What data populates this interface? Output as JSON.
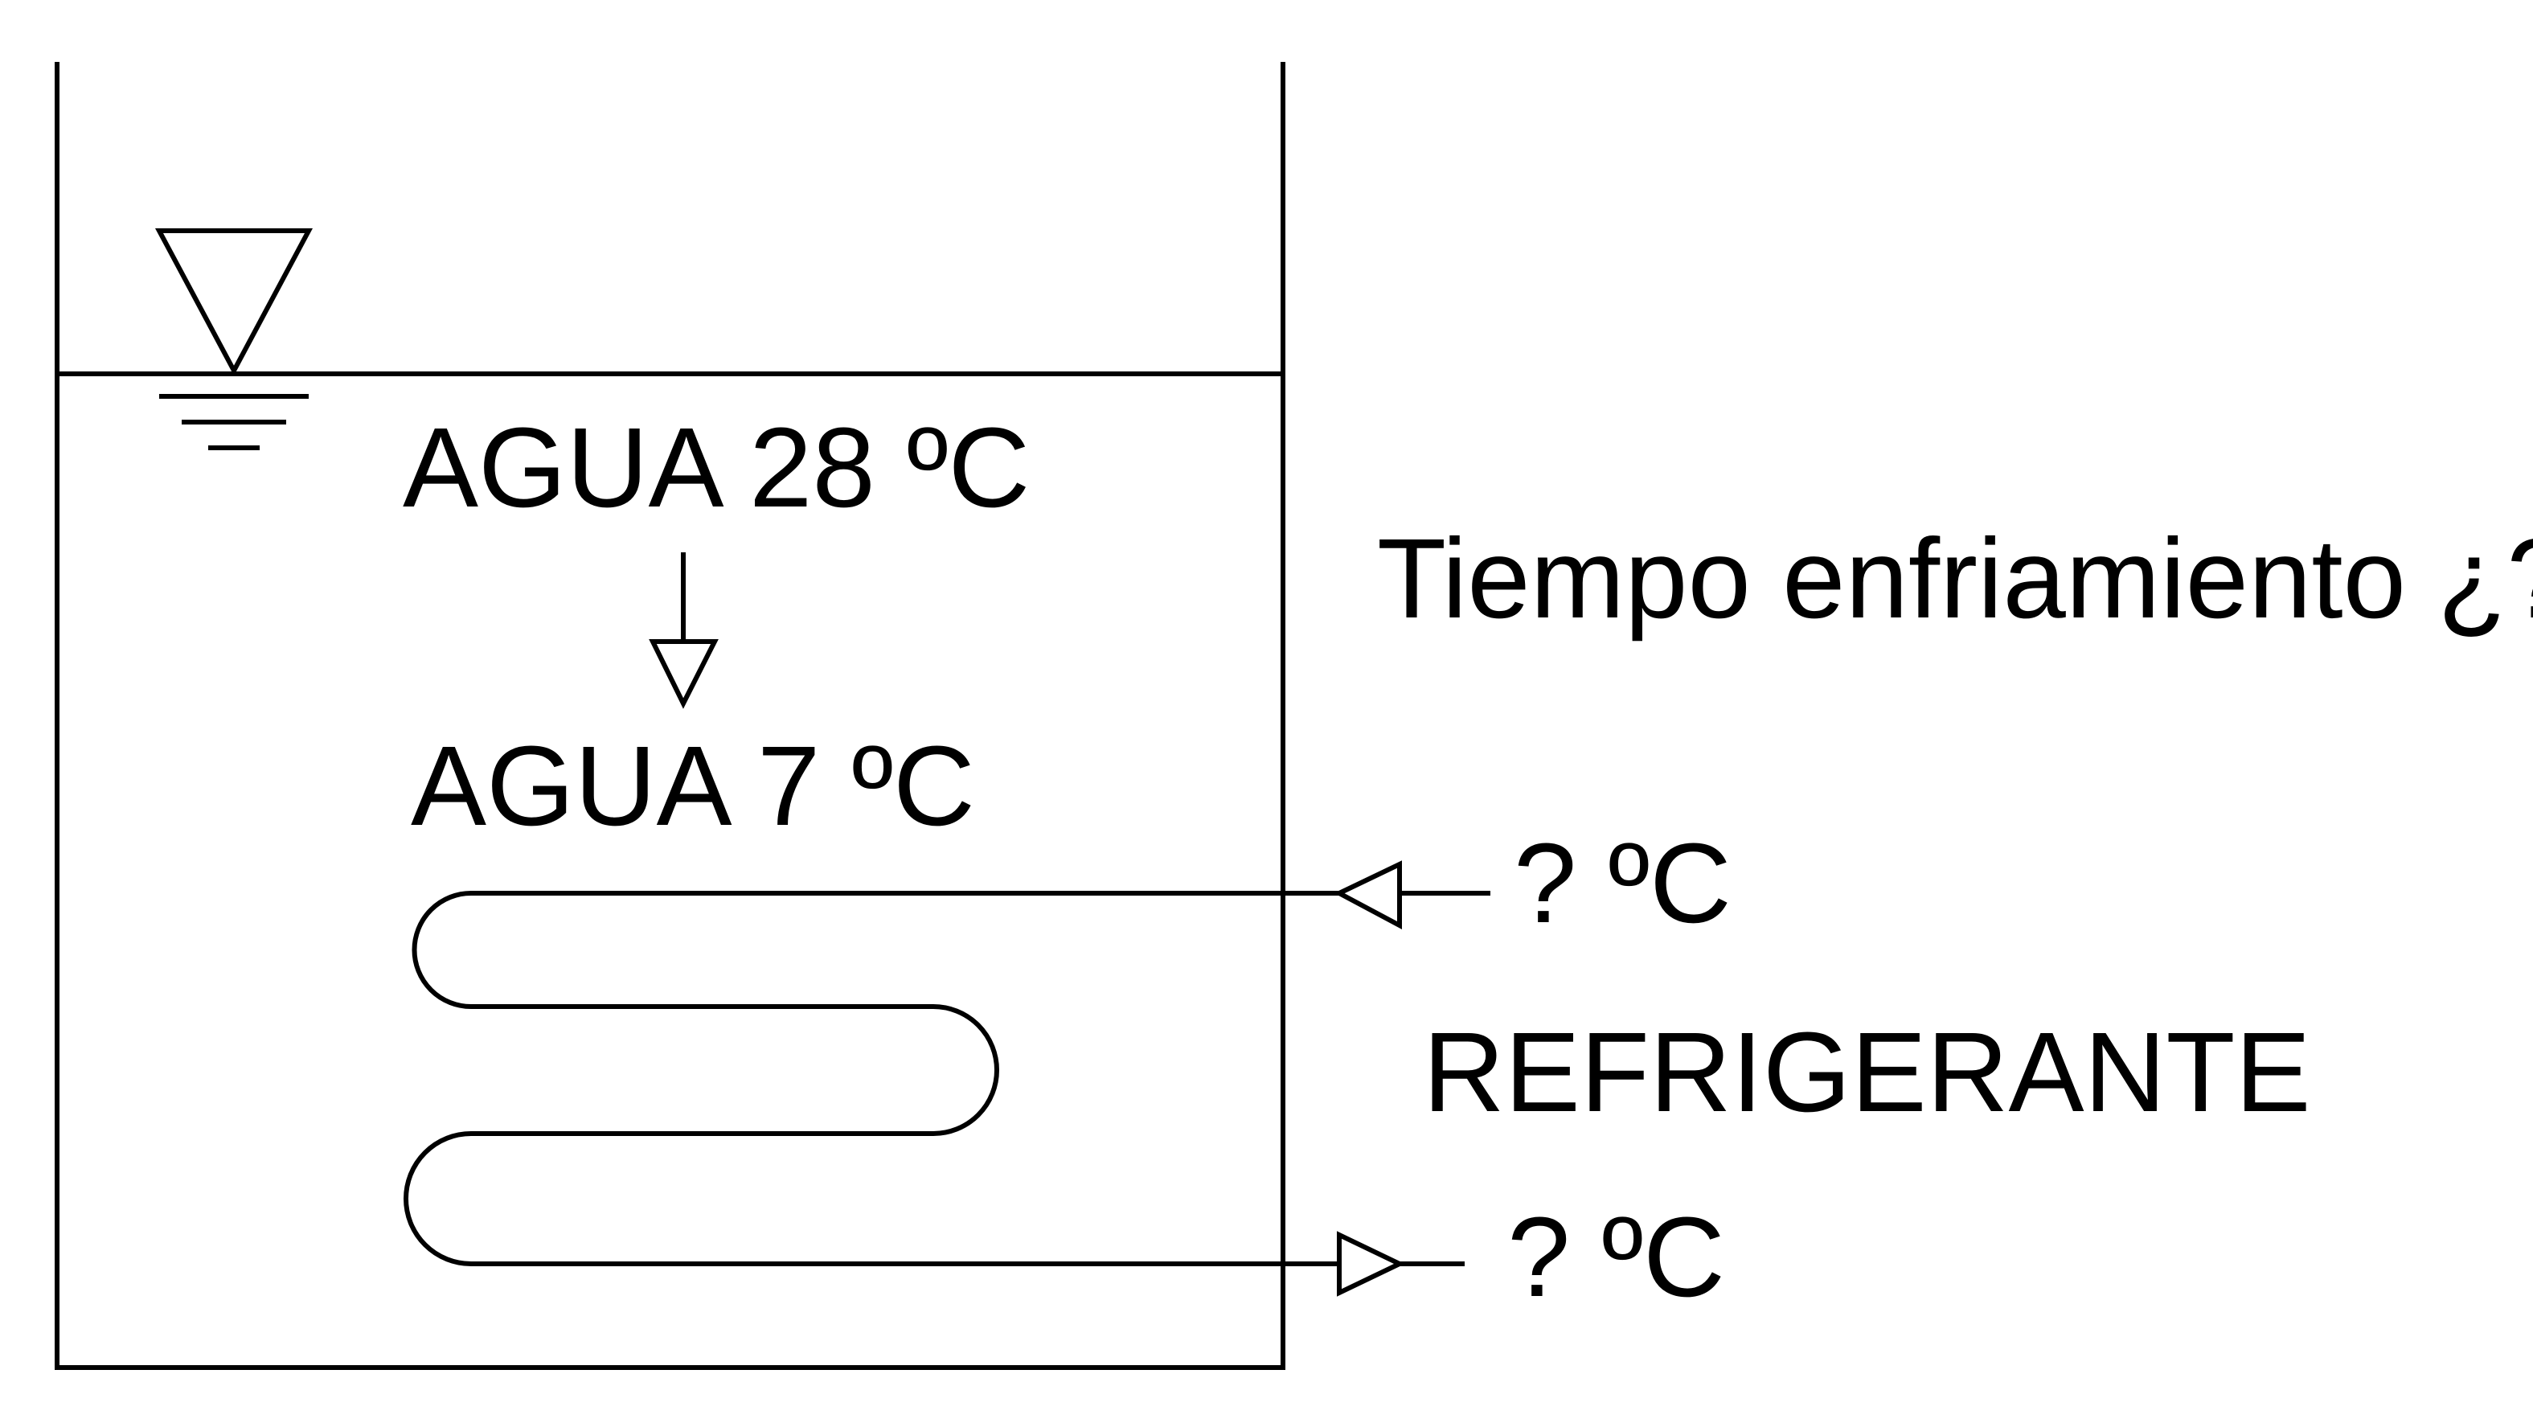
{
  "labels": {
    "initial_water": "AGUA 28 ºC",
    "final_water": "AGUA 7 ºC",
    "question": "Tiempo enfriamiento ¿?",
    "refrigerant_in": "? ºC",
    "refrigerant_out": "? ºC",
    "refrigerant": "REFRIGERANTE"
  },
  "colors": {
    "stroke": "#000000",
    "background": "#ffffff"
  }
}
